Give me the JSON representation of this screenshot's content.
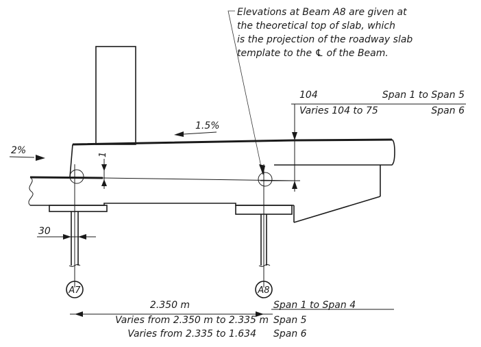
{
  "note": {
    "line1": "Elevations at Beam A8 are given at",
    "line2": "the theoretical top of slab, which",
    "line3": "is the projection of the roadway slab",
    "line4": "template to the ℄ of the Beam."
  },
  "haunch": {
    "value_main": "104",
    "range_main": "Span 1 to Span 5",
    "value_alt": "Varies 104 to 75",
    "range_alt": "Span 6"
  },
  "slopes": {
    "deck": "1.5%",
    "left": "2%"
  },
  "dims": {
    "riser": "1",
    "offset": "30"
  },
  "beams": {
    "a7": "A7",
    "a8": "A8"
  },
  "spacing": {
    "row1_value": "2.350 m",
    "row1_span": "Span 1 to Span 4",
    "row2_value": "Varies from 2.350 m to 2.335 m",
    "row2_span": "Span 5",
    "row3_value": "Varies from 2.335 to 1.634",
    "row3_span": "Span 6"
  }
}
